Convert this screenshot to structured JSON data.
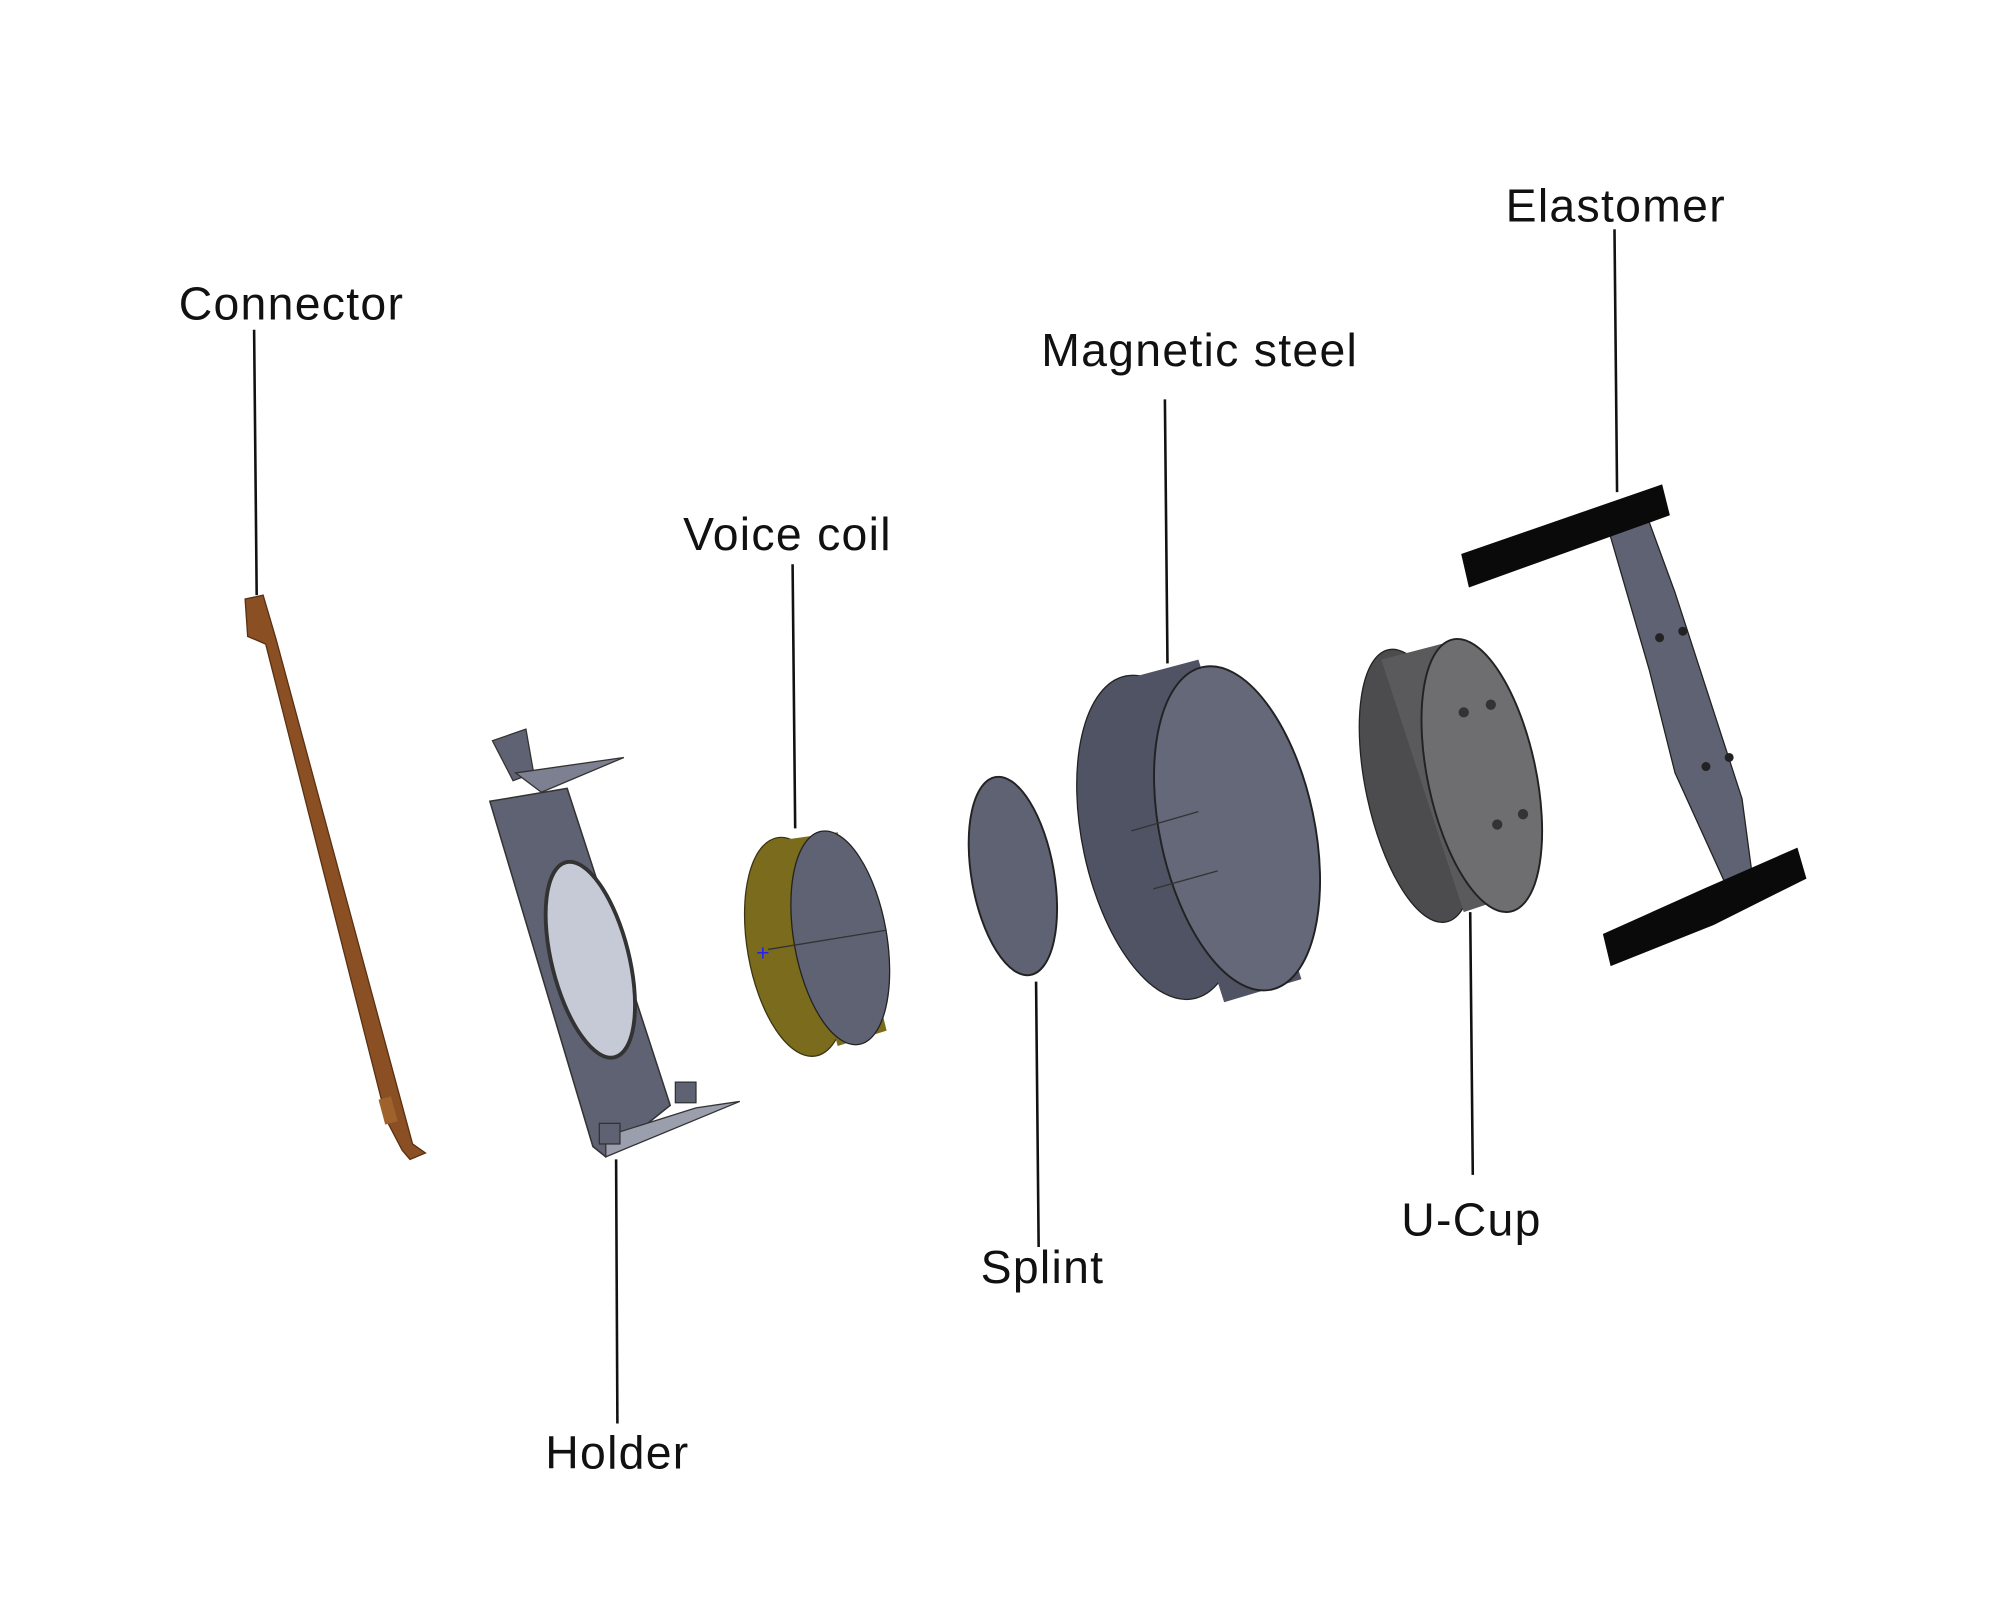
{
  "labels": {
    "connector": "Connector",
    "voice_coil": "Voice coil",
    "magnetic_steel": "Magnetic steel",
    "elastomer": "Elastomer",
    "holder": "Holder",
    "splint": "Splint",
    "u_cup": "U-Cup"
  },
  "colors": {
    "connector": "#8a4f22",
    "part_gray": "#646878",
    "voice_coil": "#7a6c1c",
    "u_cup": "#5c5c5e",
    "elastomer": "#0a0a0a"
  }
}
